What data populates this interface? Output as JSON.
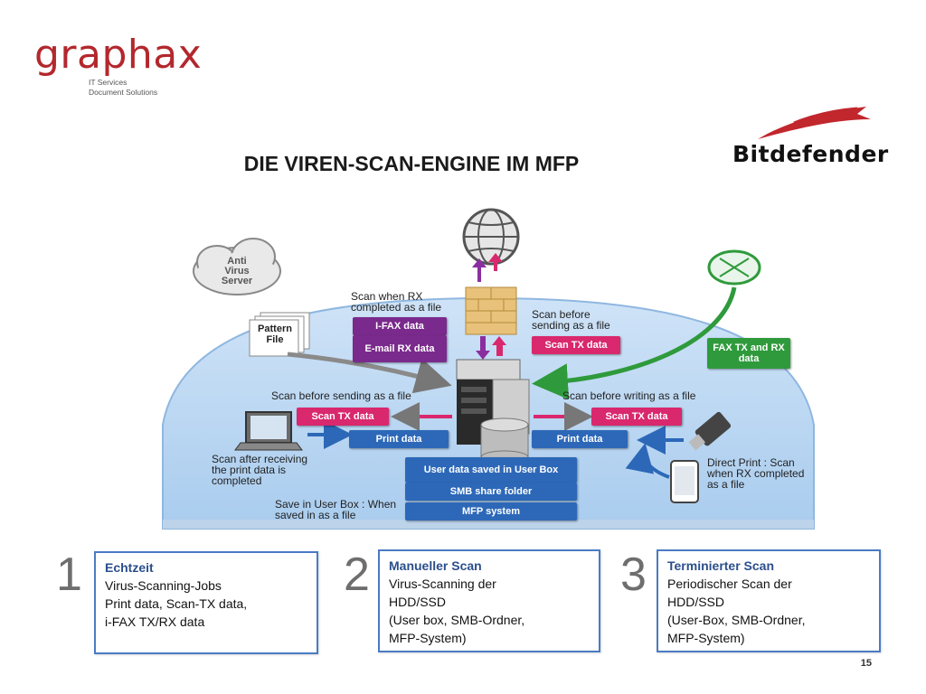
{
  "logo": {
    "name": "graphax",
    "tagline_line1": "IT Services",
    "tagline_line2": "Document Solutions"
  },
  "title": "DIE VIREN-SCAN-ENGINE IM MFP",
  "partner_logo": "Bitdefender",
  "diagram": {
    "cloud_label": "Anti Virus Server",
    "pattern_file": "Pattern File",
    "scan_when_rx": "Scan when RX completed as a file",
    "ifax_data": "I-FAX data",
    "email_rx_data": "E-mail RX data",
    "scan_before_sending_top": "Scan before sending as a file",
    "scan_tx_data_top": "Scan TX data",
    "fax_tx_rx": "FAX TX and RX data",
    "scan_before_sending_left": "Scan before sending as a file",
    "scan_tx_data_left": "Scan TX data",
    "print_data_left": "Print data",
    "scan_before_writing": "Scan before writing as a file",
    "scan_tx_data_right": "Scan TX data",
    "print_data_right": "Print data",
    "scan_after_receiving": "Scan after receiving the print data is completed",
    "user_data_box": "User data saved in User Box",
    "smb_share": "SMB share folder",
    "mfp_system": "MFP system",
    "save_in_user_box": "Save in User Box : When saved in as a file",
    "direct_print": "Direct Print : Scan when RX completed as a file"
  },
  "steps": [
    {
      "number": "1",
      "heading": "Echtzeit",
      "lines": [
        "Virus-Scanning-Jobs",
        "Print data, Scan-TX data,",
        "i-FAX TX/RX data"
      ]
    },
    {
      "number": "2",
      "heading": "Manueller Scan",
      "lines": [
        "Virus-Scanning der",
        "HDD/SSD",
        "(User box, SMB-Ordner,",
        "MFP-System)"
      ]
    },
    {
      "number": "3",
      "heading": "Terminierter Scan",
      "lines": [
        "Periodischer Scan der",
        "HDD/SSD",
        "(User-Box, SMB-Ordner,",
        "MFP-System)"
      ]
    }
  ],
  "page_number": "15",
  "colors": {
    "brand_red": "#b3282d",
    "accent_blue": "#4a7bc4",
    "chip_pink": "#d9286e",
    "chip_purple": "#7a2a8c",
    "chip_blue": "#2d68b8",
    "chip_green": "#2f9a3c"
  }
}
